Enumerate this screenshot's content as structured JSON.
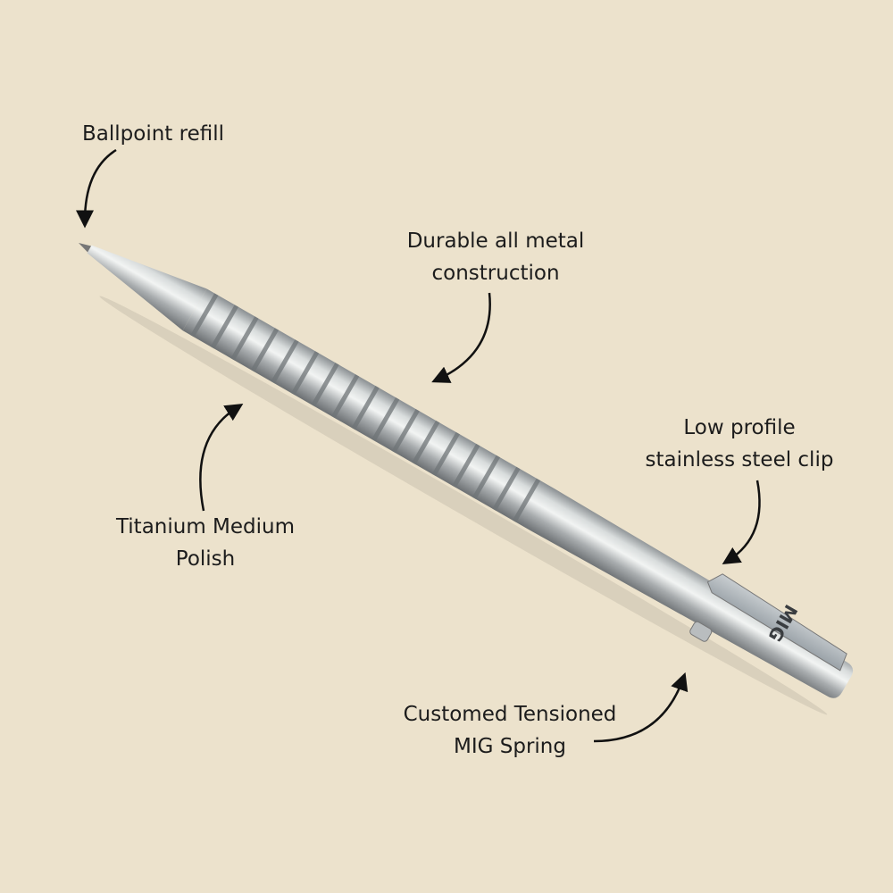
{
  "background_color": "#ece2cc",
  "callouts": {
    "refill": {
      "line1": "Ballpoint refill"
    },
    "construction": {
      "line1": "Durable all metal",
      "line2": "construction"
    },
    "clip": {
      "line1": "Low profile",
      "line2": "stainless steel clip"
    },
    "finish": {
      "line1": "Titanium Medium",
      "line2": "Polish"
    },
    "spring": {
      "line1": "Customed Tensioned",
      "line2": "MIG Spring"
    }
  },
  "clip_logo": "MIG"
}
